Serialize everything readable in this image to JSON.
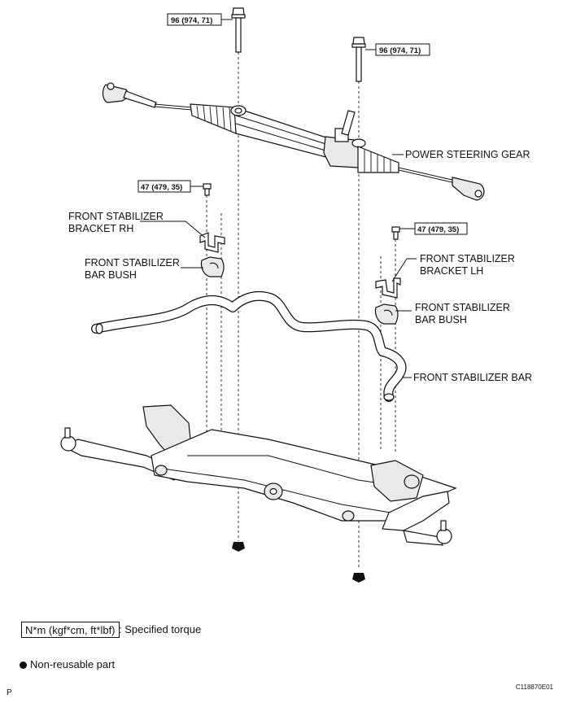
{
  "torque_labels": {
    "gear_bolt_rh": "96 (974, 71)",
    "gear_bolt_lh": "96 (974, 71)",
    "bracket_bolt_rh": "47 (479, 35)",
    "bracket_bolt_lh": "47 (479, 35)"
  },
  "part_labels": {
    "power_steering_gear": "POWER STEERING GEAR",
    "bracket_rh_line1": "FRONT STABILIZER",
    "bracket_rh_line2": "BRACKET RH",
    "bush_rh_line1": "FRONT STABILIZER",
    "bush_rh_line2": "BAR BUSH",
    "bracket_lh_line1": "FRONT STABILIZER",
    "bracket_lh_line2": "BRACKET LH",
    "bush_lh_line1": "FRONT STABILIZER",
    "bush_lh_line2": "BAR BUSH",
    "stabilizer_bar": "FRONT STABILIZER BAR"
  },
  "legend": {
    "unit_box": "N*m (kgf*cm, ft*lbf)",
    "unit_text": ": Specified torque",
    "non_reusable": "Non-reusable part"
  },
  "footer": {
    "page_letter": "P",
    "figure_code": "C118870E01"
  }
}
